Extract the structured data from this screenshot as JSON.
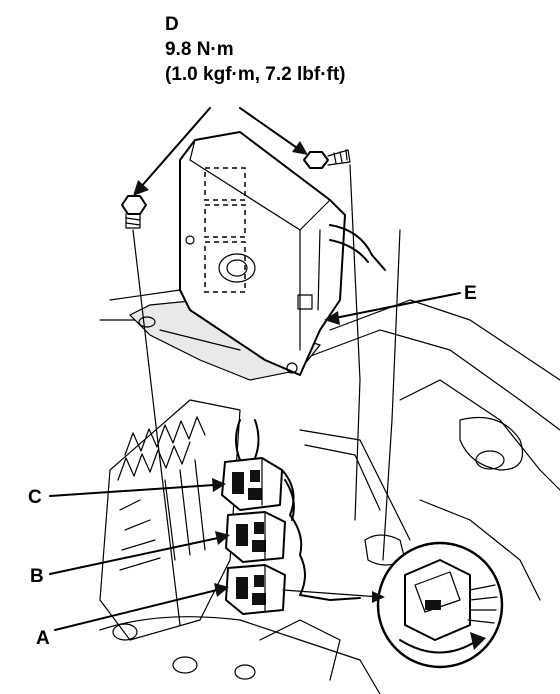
{
  "callouts": {
    "d": "D",
    "torque_nm": "9.8 N·m",
    "torque_alt": "(1.0 kgf·m, 7.2 lbf·ft)",
    "e": "E",
    "c": "C",
    "b": "B",
    "a": "A"
  },
  "colors": {
    "ink": "#000000",
    "paper": "#ffffff"
  }
}
